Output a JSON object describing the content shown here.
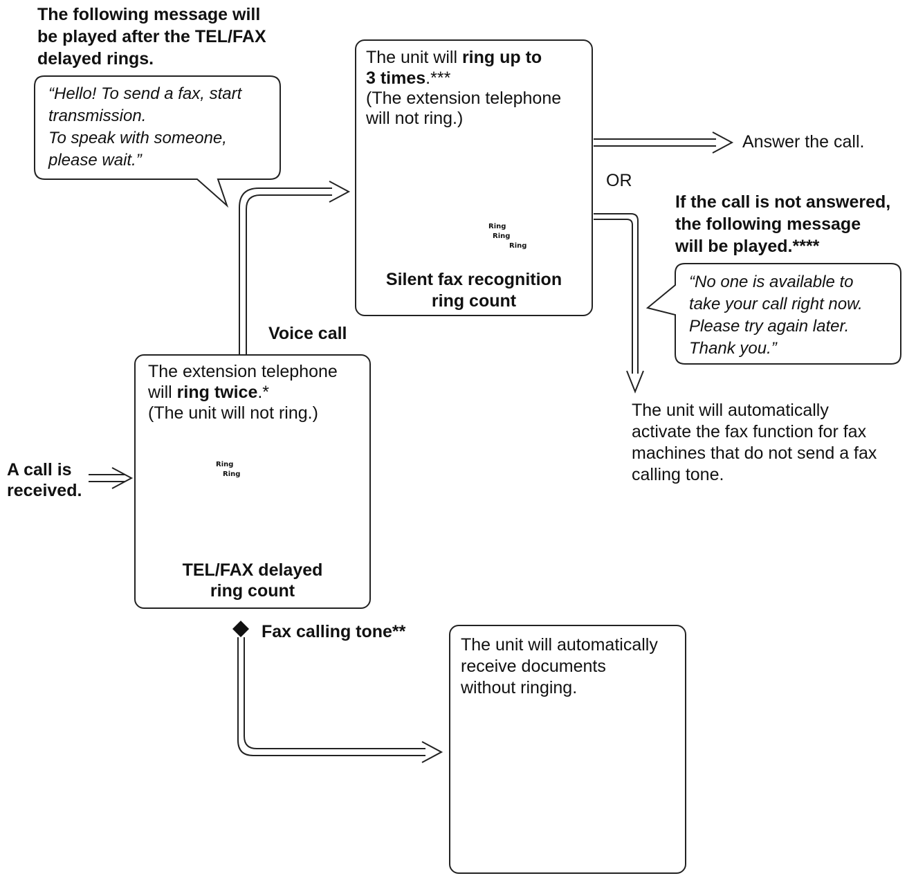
{
  "intro": {
    "line1": "The following message will",
    "line2": "be played after the TEL/FAX",
    "line3": "delayed rings."
  },
  "greeting_bubble": {
    "line1": "“Hello! To send a fax, start",
    "line2": "transmission.",
    "line3": "To speak with someone,",
    "line4": "please wait.”"
  },
  "silent_box": {
    "line1_pre": "The unit will ",
    "line1_bold": "ring up to",
    "line2_bold": "3 times",
    "line2_post": ".***",
    "line3": "(The extension telephone",
    "line4": "will not ring.)",
    "caption1": "Silent fax recognition",
    "caption2": "ring count"
  },
  "answer_label": "Answer the call.",
  "or_label": "OR",
  "not_answered": {
    "line1": "If the call is not answered,",
    "line2": "the following message",
    "line3": "will be played.****"
  },
  "unavailable_bubble": {
    "line1": "“No one is available to",
    "line2": "take your call right now.",
    "line3": "Please try again later.",
    "line4": "Thank you.”"
  },
  "auto_activate": {
    "line1": "The unit will automatically",
    "line2": "activate the fax function for fax",
    "line3": "machines that do not send a fax",
    "line4": "calling tone."
  },
  "voice_call_label": "Voice call",
  "tel_fax_box": {
    "line1": "The extension telephone",
    "line2_pre": "will ",
    "line2_bold": "ring twice",
    "line2_post": ".*",
    "line3": "(The unit will not ring.)",
    "caption1": "TEL/FAX delayed",
    "caption2": "ring count"
  },
  "call_received": {
    "line1": "A call is",
    "line2": "received."
  },
  "fax_tone_label": "Fax calling tone**",
  "auto_receive_box": {
    "line1": "The unit will automatically",
    "line2": "receive documents",
    "line3": "without ringing."
  },
  "ring_labels": {
    "ring": "Ring"
  }
}
